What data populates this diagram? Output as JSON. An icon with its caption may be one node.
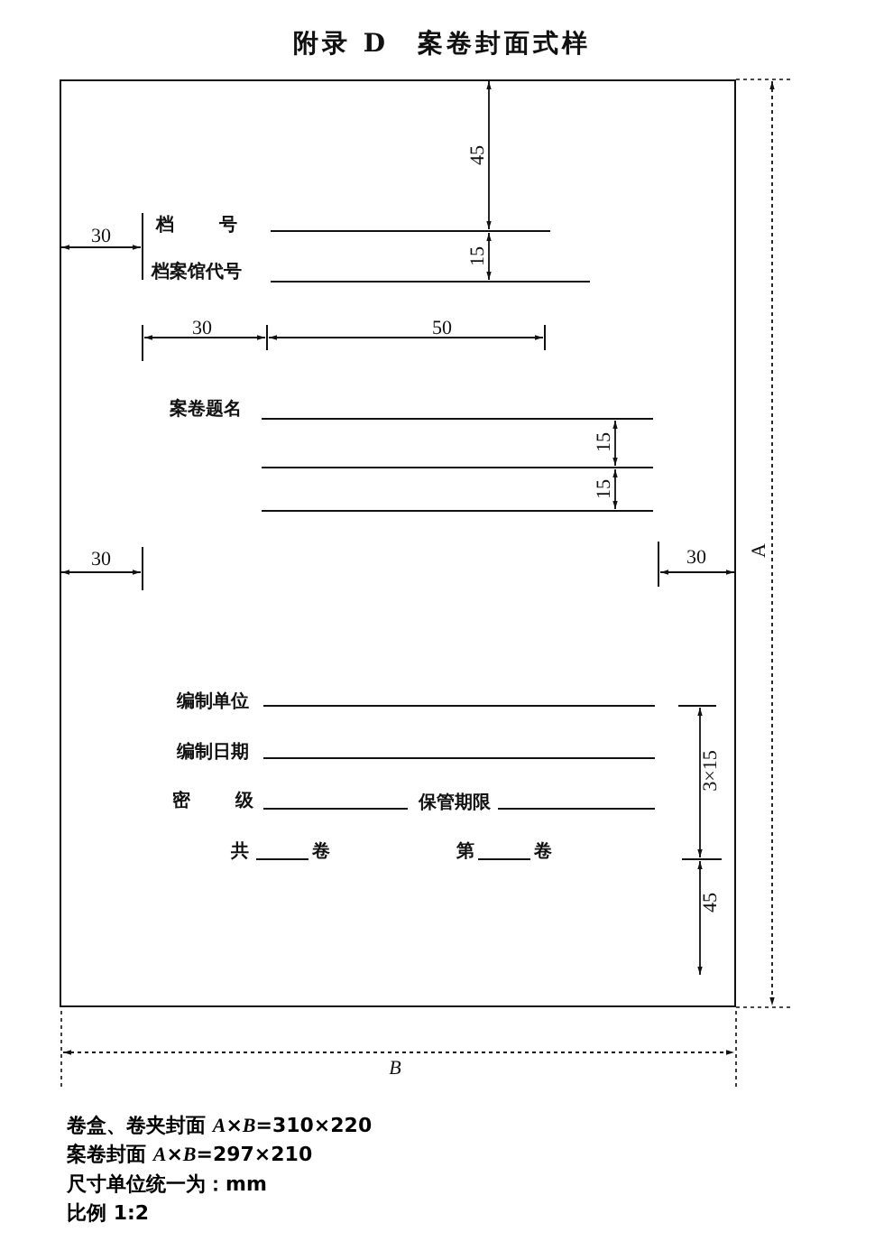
{
  "diagram": {
    "title": "附录 D　案卷封面式样",
    "nodes": [
      {
        "text": [],
        "shape": "box"
      }
    ],
    "labels": [
      "45",
      "30",
      "档 号",
      "15",
      "档案馆代号",
      "30",
      "50",
      "案卷题名",
      "15",
      "15",
      "30",
      "30",
      "A",
      "编制单位",
      "3×15",
      "编制日期",
      "密 级",
      "保管期限",
      "共",
      "卷",
      "第",
      "卷",
      "45",
      "B",
      "卷盒、卷夹封面 *A*×*B*=310×220",
      "案卷封面 *A*×*B*=297×210",
      "尺寸单位统一为：mm",
      "比例 1:2"
    ]
  }
}
